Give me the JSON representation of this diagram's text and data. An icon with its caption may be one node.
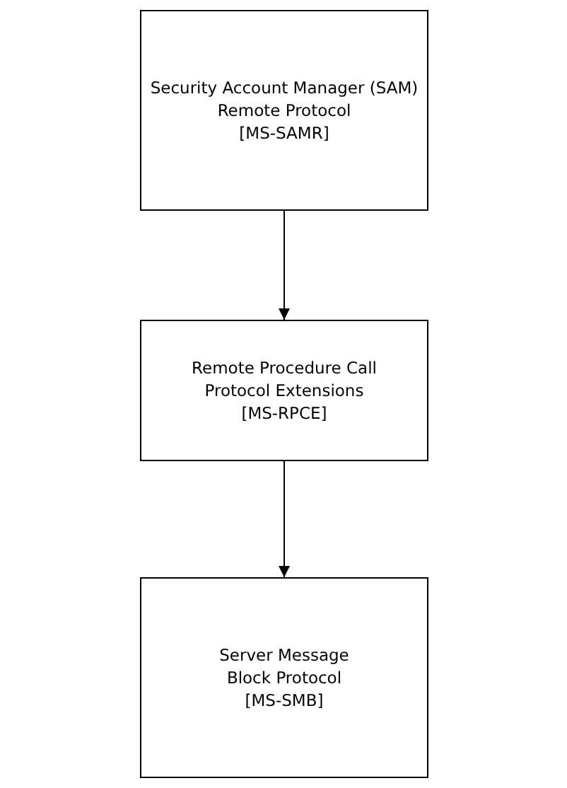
{
  "diagram": {
    "nodes": [
      {
        "text": [
          "Security Account Manager (SAM) Remote Protocol",
          "[MS-SAMR]"
        ]
      },
      {
        "text": [
          "Remote Procedure Call Protocol Extensions",
          "[MS-RPCE]"
        ]
      },
      {
        "text": [
          "Server Message Block Protocol",
          "[MS-SMB]"
        ]
      }
    ],
    "edges": [
      {
        "from": 0,
        "to": 1,
        "arrow": "to"
      },
      {
        "from": 1,
        "to": 2,
        "arrow": "to"
      }
    ]
  }
}
